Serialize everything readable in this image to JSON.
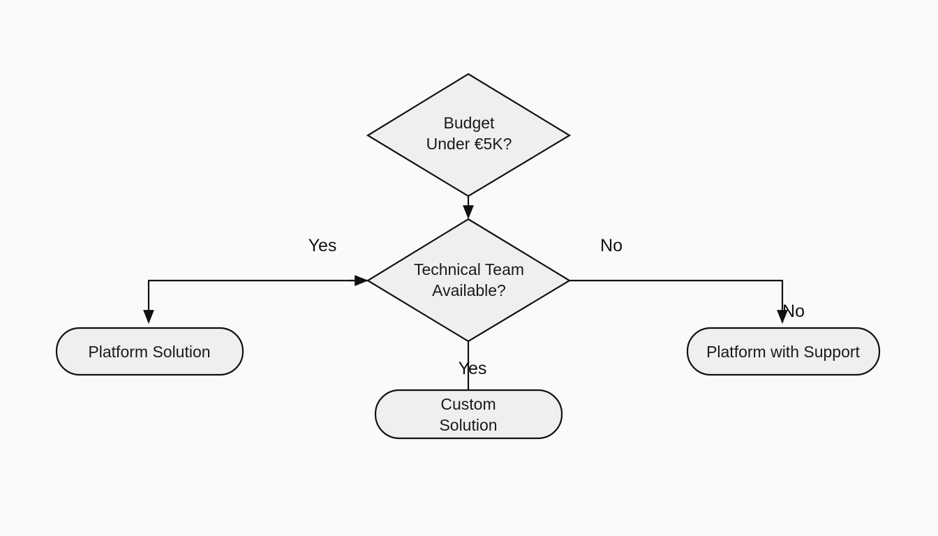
{
  "colors": {
    "background": "#fafafa",
    "node_fill": "#efefef",
    "stroke": "#111111",
    "text": "#1a1a1a"
  },
  "nodes": {
    "budget_decision": {
      "line1": "Budget",
      "line2": "Under €5K?"
    },
    "team_decision": {
      "line1": "Technical Team",
      "line2": "Available?"
    },
    "platform_solution": {
      "label": "Platform Solution"
    },
    "custom_solution": {
      "line1": "Custom",
      "line2": "Solution"
    },
    "platform_with_support": {
      "label": "Platform with Support"
    }
  },
  "edge_labels": {
    "yes_left": "Yes",
    "no_right": "No",
    "no_right_lower": "No",
    "yes_bottom": "Yes"
  }
}
